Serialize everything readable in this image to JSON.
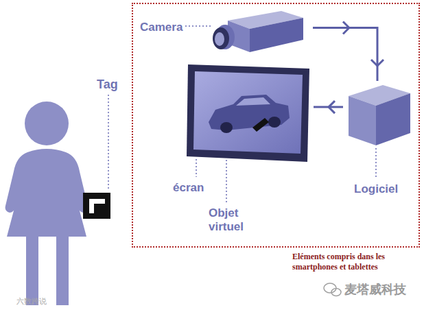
{
  "diagram": {
    "nodes": [
      {
        "text": [
          "Eléments compris dans les smartphones et tablettes"
        ]
      },
      {
        "text": [
          "Camera"
        ],
        "in": 0
      },
      {
        "text": [
          "écran"
        ],
        "in": 0
      },
      {
        "text": [
          "Logiciel"
        ],
        "in": 0
      }
    ],
    "edges": [
      {
        "from": 1,
        "to": 3,
        "arrow": "to"
      },
      {
        "from": 3,
        "to": 2,
        "arrow": "to"
      }
    ],
    "labels": [
      "Tag",
      "Objet virtuel",
      "麦塔威科技",
      "六数跨说"
    ]
  }
}
